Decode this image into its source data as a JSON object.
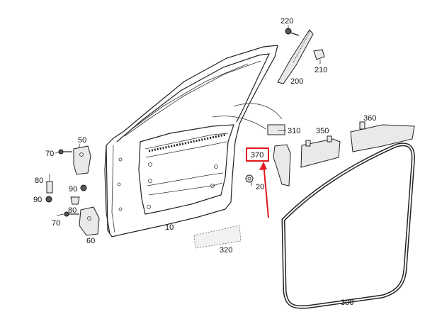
{
  "callouts": {
    "p10": "10",
    "p20": "20",
    "p50": "50",
    "p60": "60",
    "p70a": "70",
    "p70b": "70",
    "p80a": "80",
    "p80b": "80",
    "p90a": "90",
    "p90b": "90",
    "p200": "200",
    "p210": "210",
    "p220": "220",
    "p300": "300",
    "p310": "310",
    "p320": "320",
    "p350": "350",
    "p360": "360",
    "p370": "370"
  },
  "highlight": {
    "color": "#e0191f",
    "target": "370"
  }
}
